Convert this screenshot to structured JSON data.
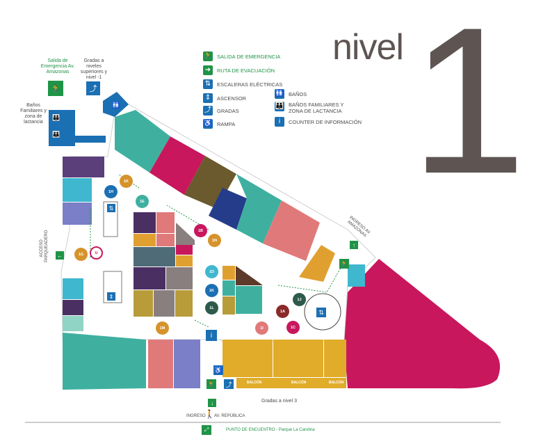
{
  "title": {
    "word": "nivel",
    "number": "1"
  },
  "legend": {
    "salida": "SALIDA DE EMERGENCIA",
    "ruta": "RUTA DE EVACUACIÓN",
    "escaleras": "ESCALERAS ELÉCTRICAS",
    "ascensor": "ASCENSOR",
    "gradas": "GRADAS",
    "rampa": "RAMPA",
    "banos": "BAÑOS",
    "banos_familiares": "BAÑOS FAMILIARES Y ZONA DE LACTANCIA",
    "counter": "COUNTER DE INFORMACIÓN"
  },
  "labels": {
    "salida_amazonas": "Salida de Emergencia Av. Amazonas",
    "gradas_niveles": "Gradas a niveles superiores y nivel -1",
    "banos_familiares": "Baños Familiares y zona de lactancia",
    "acceso_parqueadero": "ACCESO PARQUEADERO",
    "ingreso_amazonas": "INGRESO AV. AMAZONAS",
    "gradas_nivel3": "Gradas a nivel 3",
    "ingreso_republica": "INGRESO",
    "av_republica": "AV. REPÚBLICA",
    "punto_encuentro": "PUNTO DE ENCUENTRO - Parque La Carolina",
    "balcon": "BALCÓN"
  },
  "circles": [
    {
      "label": "1K",
      "color": "#d6932b"
    },
    {
      "label": "1H",
      "color": "#1b6fb3"
    },
    {
      "label": "1E",
      "color": "#3fb0a0"
    },
    {
      "label": "1G",
      "color": "#d6932b"
    },
    {
      "label": "1B",
      "color": "#c8175d"
    },
    {
      "label": "1N",
      "color": "#d6932b"
    },
    {
      "label": "1D",
      "color": "#3fb7cf"
    },
    {
      "label": "1K",
      "color": "#1b6fb3"
    },
    {
      "label": "1L",
      "color": "#2d5a4a"
    },
    {
      "label": "1M",
      "color": "#d6932b"
    },
    {
      "label": "1I",
      "color": "#e07a7a"
    },
    {
      "label": "1J",
      "color": "#2d5a4a"
    },
    {
      "label": "1A",
      "color": "#8a2a2a"
    },
    {
      "label": "1C",
      "color": "#c8175d"
    }
  ]
}
